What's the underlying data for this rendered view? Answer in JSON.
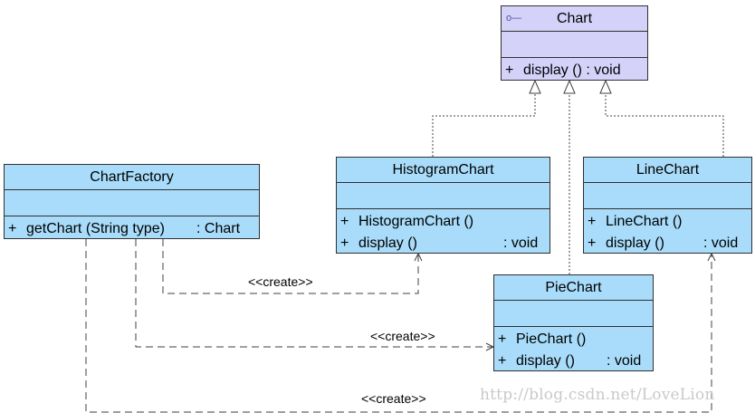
{
  "classes": {
    "chart": {
      "name": "Chart",
      "icon": "interface-icon",
      "operations": [
        {
          "visibility": "+",
          "signature": "display () : void",
          "return": ""
        }
      ]
    },
    "histogram_chart": {
      "name": "HistogramChart",
      "operations": [
        {
          "visibility": "+",
          "signature": "HistogramChart ()",
          "return": ""
        },
        {
          "visibility": "+",
          "signature": "display ()",
          "return": ": void"
        }
      ]
    },
    "line_chart": {
      "name": "LineChart",
      "operations": [
        {
          "visibility": "+",
          "signature": "LineChart ()",
          "return": ""
        },
        {
          "visibility": "+",
          "signature": "display ()",
          "return": ": void"
        }
      ]
    },
    "pie_chart": {
      "name": "PieChart",
      "operations": [
        {
          "visibility": "+",
          "signature": "PieChart ()",
          "return": ""
        },
        {
          "visibility": "+",
          "signature": "display ()",
          "return": ": void"
        }
      ]
    },
    "chart_factory": {
      "name": "ChartFactory",
      "operations": [
        {
          "visibility": "+",
          "signature": "getChart (String type)",
          "return": ": Chart"
        }
      ]
    }
  },
  "dependencies": {
    "to_histogram": {
      "label": "<<create>>"
    },
    "to_pie": {
      "label": "<<create>>"
    },
    "to_line": {
      "label": "<<create>>"
    }
  },
  "watermark": "http://blog.csdn.net/LoveLion",
  "colors": {
    "class_fill": "#a8dcfa",
    "interface_fill": "#d5d2fa",
    "border": "#303030"
  }
}
